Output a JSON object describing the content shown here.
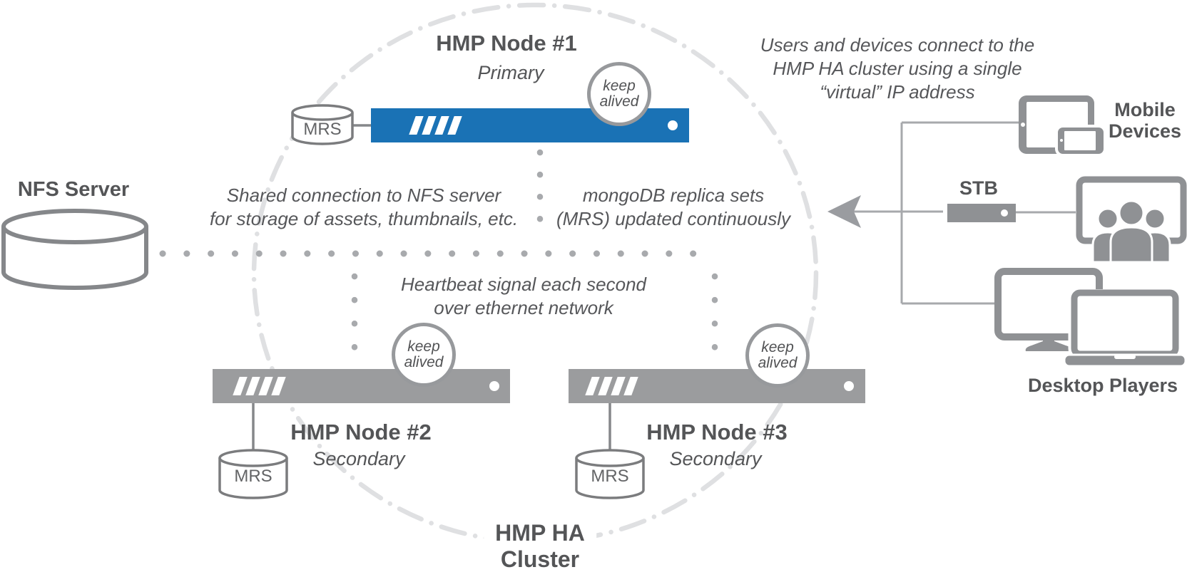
{
  "cluster": {
    "label_line1": "HMP HA",
    "label_line2": "Cluster"
  },
  "nfs": {
    "label": "NFS Server"
  },
  "nodes": {
    "node1": {
      "title": "HMP Node #1",
      "role": "Primary",
      "badge_line1": "keep",
      "badge_line2": "alived",
      "db": "MRS"
    },
    "node2": {
      "title": "HMP Node #2",
      "role": "Secondary",
      "badge_line1": "keep",
      "badge_line2": "alived",
      "db": "MRS"
    },
    "node3": {
      "title": "HMP Node #3",
      "role": "Secondary",
      "badge_line1": "keep",
      "badge_line2": "alived",
      "db": "MRS"
    }
  },
  "annotations": {
    "users": [
      "Users and devices connect to the",
      "HMP HA cluster using a single",
      "“virtual” IP address"
    ],
    "shared_nfs": [
      "Shared connection to NFS server",
      "for storage of assets, thumbnails, etc."
    ],
    "mongo": [
      "mongoDB replica sets",
      "(MRS) updated continuously"
    ],
    "heartbeat": [
      "Heartbeat signal each second",
      "over ethernet network"
    ]
  },
  "devices": {
    "mobile": {
      "line1": "Mobile",
      "line2": "Devices"
    },
    "stb": {
      "label": "STB"
    },
    "desktop": {
      "label": "Desktop Players"
    }
  },
  "colors": {
    "primary_blue": "#1A72B5",
    "server_gray": "#9B9C9E",
    "device_gray": "#8F9194",
    "text_dark": "#545557",
    "dot_gray": "#A8AAAD",
    "cluster_ring": "#DFE0E2"
  }
}
